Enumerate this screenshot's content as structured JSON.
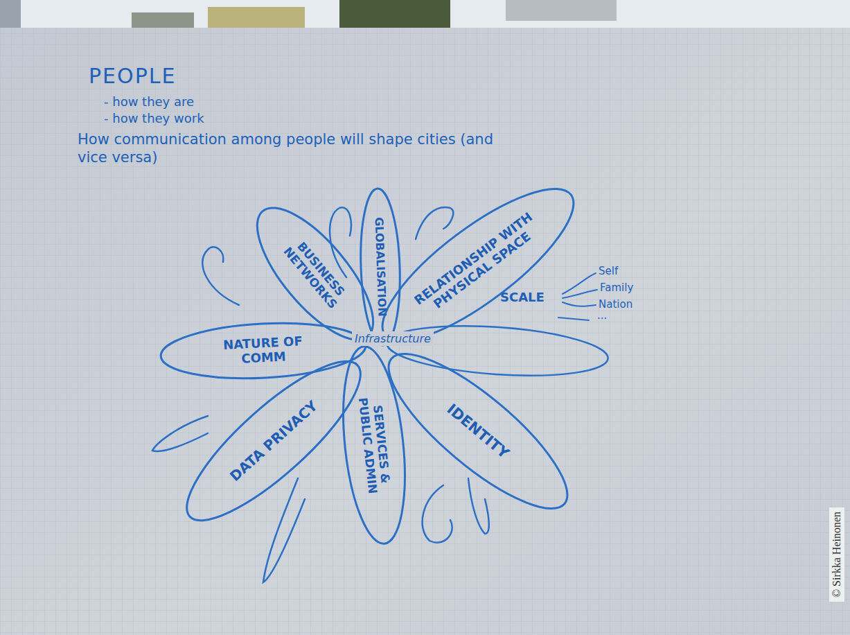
{
  "diagram": {
    "title": "PEOPLE",
    "nodes": [
      {
        "text": [
          "BUSINESS NETWORKS"
        ]
      },
      {
        "text": [
          "GLOBALISATION"
        ]
      },
      {
        "text": [
          "RELATIONSHIP WITH PHYSICAL SPACE"
        ]
      },
      {
        "text": [
          "NATURE OF COMM"
        ]
      },
      {
        "text": [
          "DATA PRIVACY"
        ]
      },
      {
        "text": [
          "SERVICES & PUBLIC ADMIN"
        ]
      },
      {
        "text": [
          "IDENTITY"
        ]
      }
    ],
    "labels": [
      "- how they are",
      "- how they work",
      "How communication among people will shape cities (and vice versa)",
      "SCALE",
      "Self",
      "Family",
      "Nation",
      "...",
      "Infrastructure",
      "© Sirkka Heinonen"
    ]
  }
}
